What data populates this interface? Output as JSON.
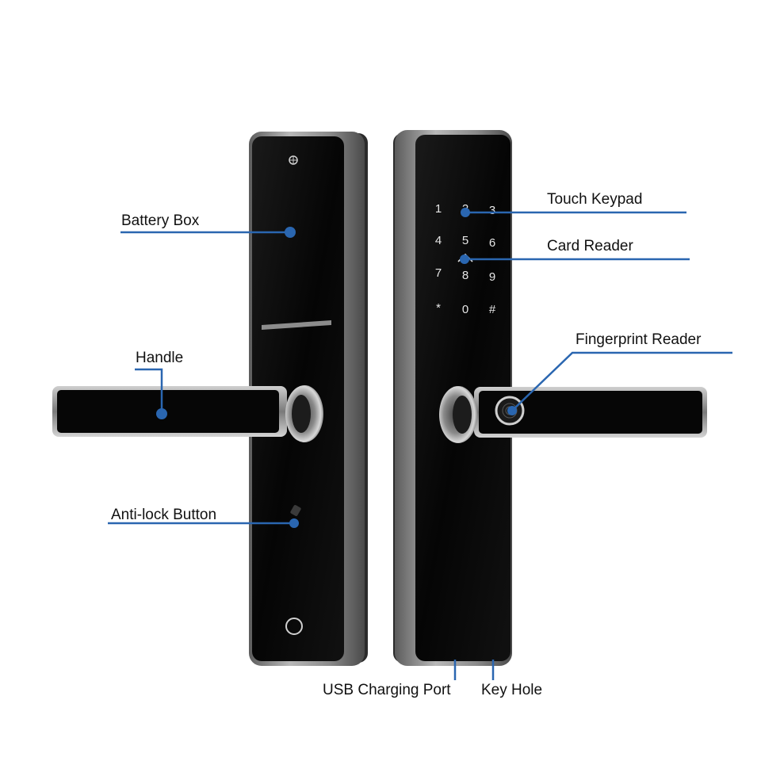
{
  "labels": {
    "battery_box": "Battery Box",
    "handle": "Handle",
    "anti_lock_button": "Anti-lock Button",
    "touch_keypad": "Touch Keypad",
    "card_reader": "Card Reader",
    "fingerprint_reader": "Fingerprint Reader",
    "usb_charging_port": "USB Charging Port",
    "key_hole": "Key Hole"
  },
  "keypad": {
    "keys": [
      "1",
      "2",
      "3",
      "4",
      "5",
      "6",
      "7",
      "8",
      "9",
      "*",
      "0",
      "#"
    ]
  },
  "colors": {
    "leader": "#2a66b0",
    "panel": "#060606",
    "steel": "#9a9a9a",
    "label_text": "#111111"
  },
  "icons": [
    "nfc-card-icon",
    "fingerprint-icon",
    "keyhole-icon",
    "camera-lens-icon",
    "anti-lock-button-icon"
  ]
}
